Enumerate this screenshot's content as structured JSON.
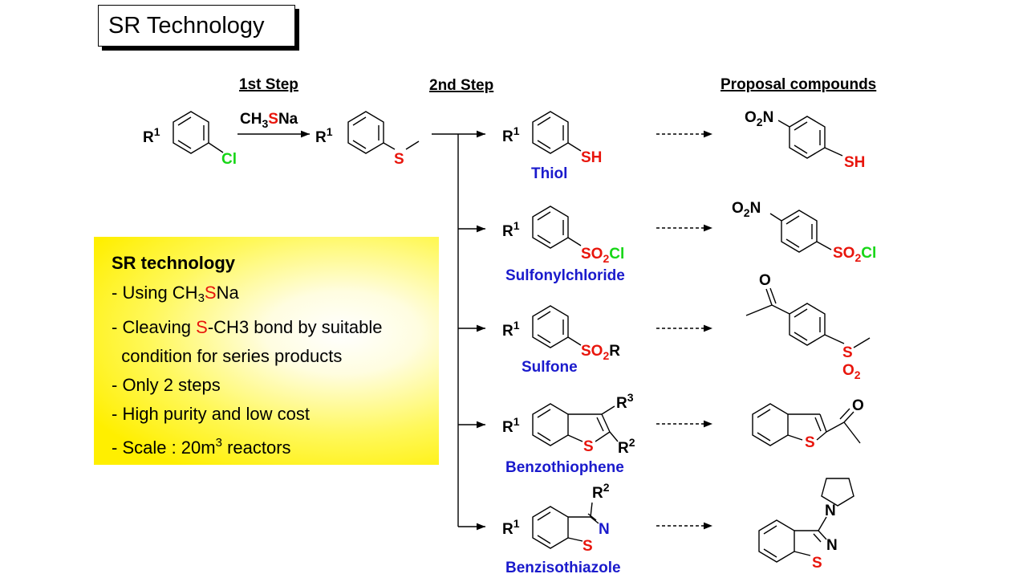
{
  "title": "SR Technology",
  "headers": {
    "step1": "1st Step",
    "step2": "2nd Step",
    "proposal": "Proposal compounds"
  },
  "reagent": {
    "pre": "CH",
    "sub": "3",
    "s": "S",
    "post": "Na"
  },
  "atoms": {
    "R": "R",
    "one": "1",
    "two": "2",
    "three": "3",
    "Cl": "Cl",
    "S": "S",
    "SH": "SH",
    "SO": "SO",
    "O": "O",
    "N": "N",
    "R_plain": "R"
  },
  "products": [
    {
      "name": "Thiol"
    },
    {
      "name": "Sulfonylchloride"
    },
    {
      "name": "Sulfone"
    },
    {
      "name": "Benzothiophene"
    },
    {
      "name": "Benzisothiazole"
    }
  ],
  "panel": {
    "title": "SR technology",
    "line1_pre": "- Using CH",
    "line1_sub": "3",
    "line1_s": "S",
    "line1_post": "Na",
    "line2_pre": "- Cleaving ",
    "line2_s": "S",
    "line2_post": "-CH3 bond by suitable",
    "line3": "  condition for series products",
    "line4": "- Only 2 steps",
    "line5": "- High purity and low cost",
    "line6_pre": "- Scale : 20m",
    "line6_sup": "3",
    "line6_post": " reactors"
  },
  "colors": {
    "sulfur": "#e8150c",
    "chlorine": "#16d616",
    "nitrogen": "#1a1acc",
    "name": "#1a1acc",
    "panel": "#ffef00"
  }
}
